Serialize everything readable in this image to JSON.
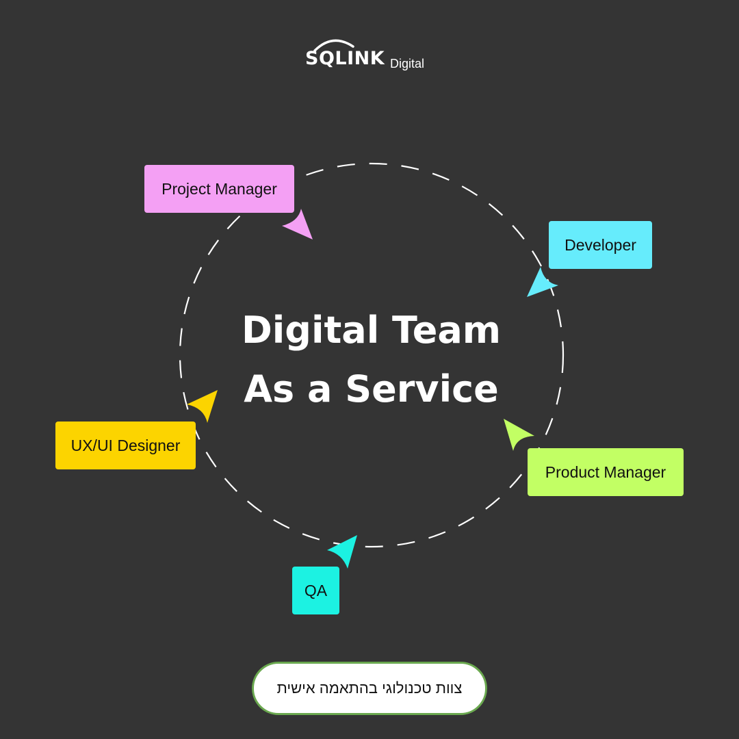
{
  "logo": {
    "main": "SQLINK",
    "sub": "Digital"
  },
  "center": {
    "line1": "Digital Team",
    "line2": "As a Service"
  },
  "roles": [
    {
      "label": "Project Manager",
      "color": "#f4a0f4"
    },
    {
      "label": "Developer",
      "color": "#66ecfc"
    },
    {
      "label": "Product Manager",
      "color": "#c2ff64"
    },
    {
      "label": "QA",
      "color": "#1cf2e2"
    },
    {
      "label": "UX/UI Designer",
      "color": "#fcd400"
    }
  ],
  "footer": {
    "pill_text": "צוות טכנולוגי בהתאמה אישית",
    "border_color": "#6aa84f"
  },
  "colors": {
    "background": "#343434",
    "circle_dash": "#ffffff"
  }
}
